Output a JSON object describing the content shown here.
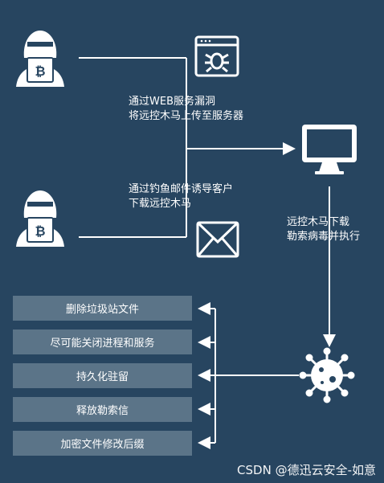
{
  "attack_paths": {
    "web_vuln_line1": "通过WEB服务漏洞",
    "web_vuln_line2": "将远控木马上传至服务器",
    "phishing_line1": "通过钓鱼邮件诱导客户",
    "phishing_line2": "下载远控木马"
  },
  "trojan_action": {
    "line1": "远控木马下载",
    "line2": "勒索病毒并执行"
  },
  "effects": [
    "删除垃圾站文件",
    "尽可能关闭进程和服务",
    "持久化驻留",
    "释放勒索信",
    "加密文件修改后缀"
  ],
  "watermark": "CSDN @德迅云安全-如意",
  "icons": {
    "attacker": "hacker-laptop-bitcoin-icon",
    "web": "browser-bug-icon",
    "mail": "envelope-icon",
    "server": "monitor-icon",
    "virus": "virus-icon"
  },
  "colors": {
    "background": "#274560",
    "box": "#5b7488",
    "line": "#ffffff"
  }
}
